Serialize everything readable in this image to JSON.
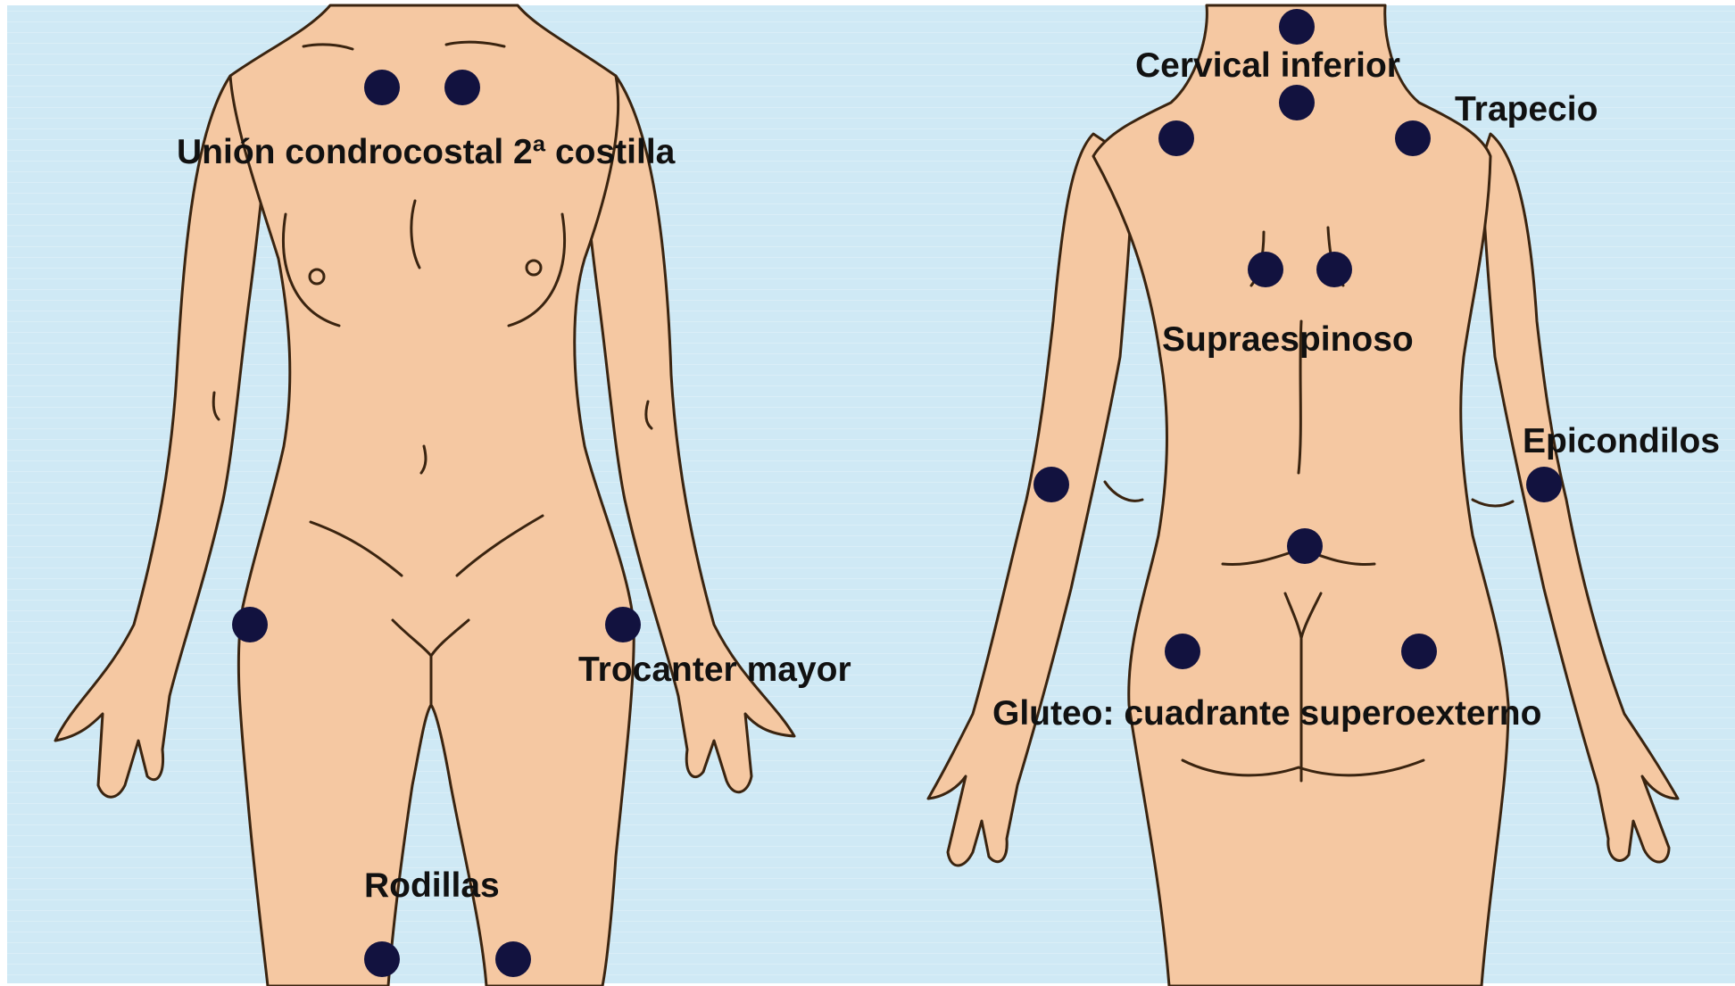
{
  "colors": {
    "background": "#cfe9f5",
    "skin": "#f5c8a2",
    "outline": "#3a2410",
    "tender_point": "#12123f",
    "label_text": "#111111",
    "frame": "#ffffff"
  },
  "figures": [
    {
      "id": "front",
      "view": "anterior"
    },
    {
      "id": "back",
      "view": "posterior"
    }
  ],
  "labels": {
    "union_condrocostal": "Unión condrocostal 2ª costilla",
    "trocanter_mayor": "Trocanter mayor",
    "rodillas": "Rodillas",
    "cervical_inferior": "Cervical inferior",
    "trapecio": "Trapecio",
    "supraespinoso": "Supraespinoso",
    "epicondilos": "Epicondilos",
    "gluteo": "Gluteo: cuadrante superoexterno"
  },
  "tender_points": [
    {
      "group": "union_condrocostal",
      "figure": "front",
      "count": 2
    },
    {
      "group": "trocanter_mayor",
      "figure": "front",
      "count": 2
    },
    {
      "group": "rodillas",
      "figure": "front",
      "count": 2
    },
    {
      "group": "occiput",
      "figure": "back",
      "count": 1
    },
    {
      "group": "cervical_inferior",
      "figure": "back",
      "count": 1
    },
    {
      "group": "trapecio",
      "figure": "back",
      "count": 2
    },
    {
      "group": "supraespinoso",
      "figure": "back",
      "count": 2
    },
    {
      "group": "epicondilos",
      "figure": "back",
      "count": 2
    },
    {
      "group": "sacral",
      "figure": "back",
      "count": 1
    },
    {
      "group": "gluteo",
      "figure": "back",
      "count": 2
    }
  ]
}
